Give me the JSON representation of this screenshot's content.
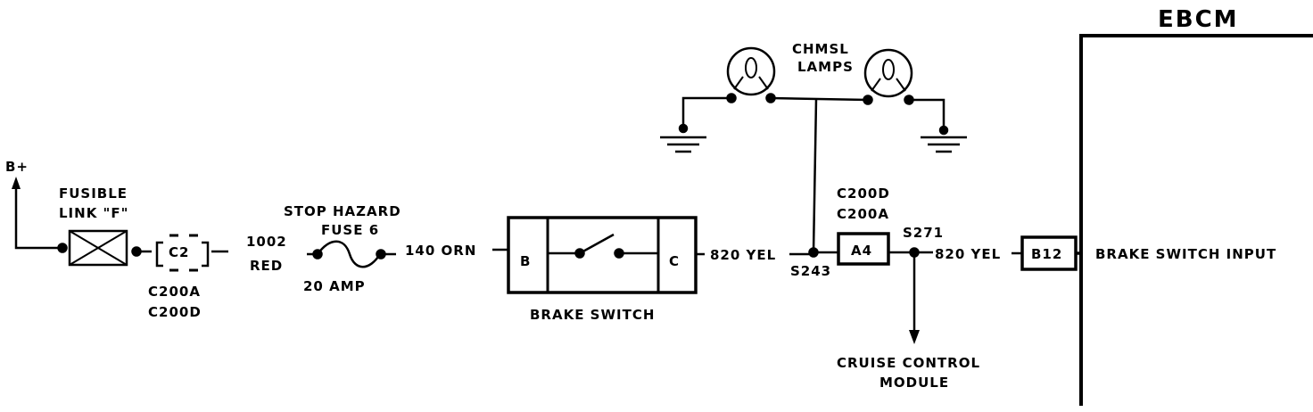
{
  "labels": {
    "ebcm": "EBCM",
    "chmsl_lamps_1": "CHMSL",
    "chmsl_lamps_2": "LAMPS",
    "b_plus": "B+",
    "fusible_link_1": "FUSIBLE",
    "fusible_link_2": "LINK \"F\"",
    "connector_c2": "C2",
    "c200a_left": "C200A",
    "c200d_left": "C200D",
    "wire_1002": "1002",
    "wire_red": "RED",
    "stop_hazard": "STOP HAZARD",
    "fuse_6": "FUSE 6",
    "amp_20": "20 AMP",
    "wire_140_orn": "140 ORN",
    "switch_terminal_b": "B",
    "switch_terminal_c": "C",
    "brake_switch": "BRAKE SWITCH",
    "wire_820_yel_1": "820 YEL",
    "splice_s243": "S243",
    "c200d_right": "C200D",
    "c200a_right": "C200A",
    "connector_a4": "A4",
    "splice_s271": "S271",
    "wire_820_yel_2": "820 YEL",
    "terminal_b12": "B12",
    "brake_switch_input": "BRAKE SWITCH INPUT",
    "cruise_control": "CRUISE CONTROL",
    "module": "MODULE"
  }
}
